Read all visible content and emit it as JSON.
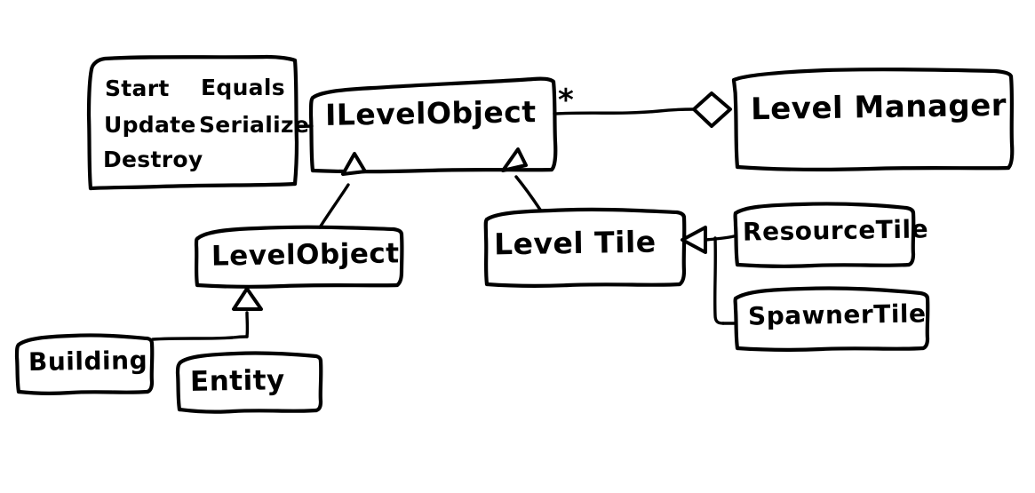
{
  "diagram": {
    "kind": "uml-class-diagram",
    "style": "hand-drawn-whiteboard",
    "background_color": "#ffffff",
    "stroke_color": "#000000"
  },
  "nodes": {
    "methods_box": {
      "name": "methods-list",
      "rows": [
        {
          "left": "Start",
          "right": "Equals"
        },
        {
          "left": "Update",
          "right": "Serialize"
        },
        {
          "left": "Destroy",
          "right": ""
        }
      ]
    },
    "ilevelobject": {
      "label": "ILevelObject"
    },
    "levelmanager": {
      "label": "Level Manager"
    },
    "levelobject": {
      "label": "LevelObject"
    },
    "leveltile": {
      "label": "Level Tile"
    },
    "resourcetile": {
      "label": "ResourceTile"
    },
    "spawnertile": {
      "label": "SpawnerTile"
    },
    "building": {
      "label": "Building"
    },
    "entity": {
      "label": "Entity"
    }
  },
  "annotations": {
    "multiplicity_many": "*"
  },
  "edges": [
    {
      "id": "methods-to-ilevelobject",
      "from": "methods_box",
      "to": "ilevelobject",
      "type": "note-link",
      "label": ""
    },
    {
      "id": "ilevelobject-to-levelmanager",
      "from": "ilevelobject",
      "to": "levelmanager",
      "type": "aggregation",
      "label": "*"
    },
    {
      "id": "levelobject-to-ilevelobject",
      "from": "levelobject",
      "to": "ilevelobject",
      "type": "realization",
      "label": ""
    },
    {
      "id": "leveltile-to-ilevelobject",
      "from": "leveltile",
      "to": "ilevelobject",
      "type": "realization",
      "label": ""
    },
    {
      "id": "resourcetile-to-leveltile",
      "from": "resourcetile",
      "to": "leveltile",
      "type": "inheritance",
      "label": ""
    },
    {
      "id": "spawnertile-to-leveltile",
      "from": "spawnertile",
      "to": "leveltile",
      "type": "inheritance",
      "label": ""
    },
    {
      "id": "building-to-levelobject",
      "from": "building",
      "to": "levelobject",
      "type": "inheritance",
      "label": ""
    },
    {
      "id": "entity-to-levelobject",
      "from": "entity",
      "to": "levelobject",
      "type": "inheritance",
      "label": ""
    }
  ]
}
